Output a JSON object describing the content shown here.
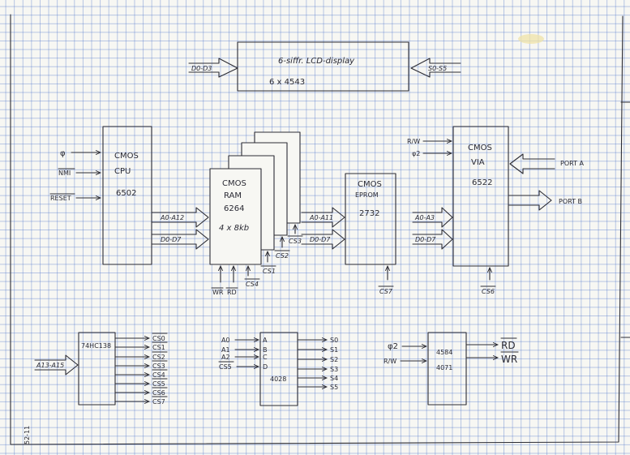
{
  "lcd": {
    "title": "6-siffr. LCD-display",
    "part": "6 x 4543",
    "in_left": "D0-D3",
    "in_right": "S0-S5"
  },
  "cpu": {
    "line1": "CMOS",
    "line2": "CPU",
    "line3": "6502",
    "in1": "φ",
    "in2": "NMI",
    "in3": "RESET"
  },
  "bus": {
    "addr": "A0-A12",
    "data": "D0-D7"
  },
  "ram": {
    "line1": "CMOS",
    "line2": "RAM",
    "line3": "6264",
    "line4": "4 x 8kb",
    "wr": "WR",
    "rd": "RD",
    "cs4": "CS4",
    "cs1": "CS1",
    "cs2": "CS2",
    "cs3": "CS3"
  },
  "eprom": {
    "line1": "CMOS",
    "line2": "EPROM",
    "line3": "2732",
    "addr": "A0-A11",
    "data": "D0-D7",
    "cs": "CS7"
  },
  "via": {
    "line1": "CMOS",
    "line2": "VIA",
    "line3": "6522",
    "rw": "R/W",
    "phi2": "φ2",
    "addr": "A0-A3",
    "data": "D0-D7",
    "porta": "PORT A",
    "portb": "PORT B",
    "cs": "CS6"
  },
  "decoder": {
    "part": "74HC138",
    "in": "A13-A15",
    "outs": [
      "CS0",
      "CS1",
      "CS2",
      "CS3",
      "CS4",
      "CS5",
      "CS6",
      "CS7"
    ]
  },
  "dec4028": {
    "part": "4028",
    "ins": [
      "A0",
      "A1",
      "A2",
      "CS5"
    ],
    "pins": [
      "A",
      "B",
      "C",
      "D"
    ],
    "outs": [
      "S0",
      "S1",
      "S2",
      "S3",
      "S4",
      "S5"
    ]
  },
  "gate": {
    "part1": "4584",
    "part2": "4071",
    "in1": "φ2",
    "in2": "R/W",
    "out1": "RD",
    "out2": "WR"
  },
  "margin_note": "52-11"
}
